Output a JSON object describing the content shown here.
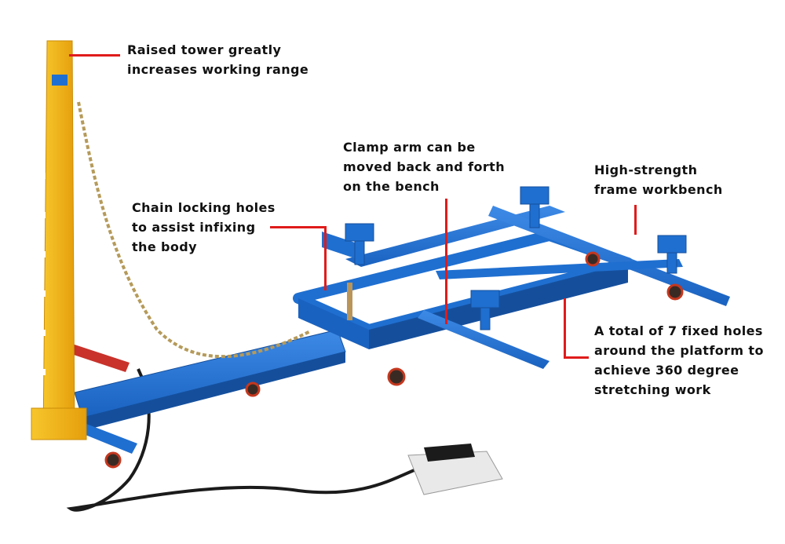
{
  "colors": {
    "frame_blue": "#1f6fd0",
    "frame_blue_dark": "#154f9c",
    "tower_yellow": "#f2b213",
    "tower_yellow_dark": "#c98b07",
    "leader_red": "#e01b1b",
    "cylinder_red": "#c8322b",
    "hose_black": "#1b1b1b",
    "chain_gold": "#b59a5a"
  },
  "callouts": {
    "tower": {
      "line1": "Raised tower greatly",
      "line2": "increases working range"
    },
    "clamp_arm": {
      "line1": "Clamp arm can be",
      "line2": "moved back and forth",
      "line3": "on the bench"
    },
    "workbench": {
      "line1": "High-strength",
      "line2": "frame workbench"
    },
    "chain_holes": {
      "line1": "Chain locking holes",
      "line2": "to assist infixing",
      "line3": "the body"
    },
    "fixed_holes": {
      "line1": "A total of 7 fixed holes",
      "line2": "around the platform to",
      "line3": "achieve 360 degree",
      "line4": "stretching work"
    }
  },
  "icons": {
    "product": "frame-machine-icon",
    "pump": "air-hydraulic-pump-icon"
  }
}
